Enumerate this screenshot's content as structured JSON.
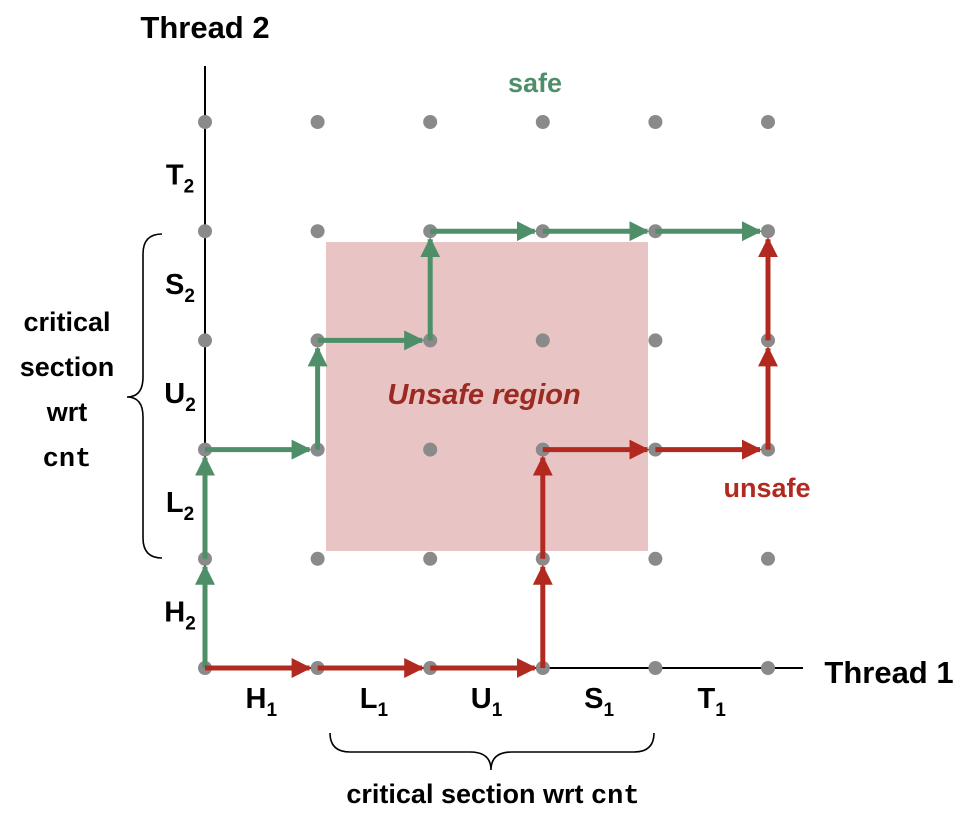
{
  "axes": {
    "y_title": "Thread 2",
    "x_title": "Thread 1"
  },
  "thread1_segments": [
    {
      "letter": "H",
      "sub": "1"
    },
    {
      "letter": "L",
      "sub": "1"
    },
    {
      "letter": "U",
      "sub": "1"
    },
    {
      "letter": "S",
      "sub": "1"
    },
    {
      "letter": "T",
      "sub": "1"
    }
  ],
  "thread2_segments": [
    {
      "letter": "H",
      "sub": "2"
    },
    {
      "letter": "L",
      "sub": "2"
    },
    {
      "letter": "U",
      "sub": "2"
    },
    {
      "letter": "S",
      "sub": "2"
    },
    {
      "letter": "T",
      "sub": "2"
    }
  ],
  "critical_x": {
    "text": "critical section wrt ",
    "code": "cnt"
  },
  "critical_y": {
    "line1": "critical",
    "line2": "section",
    "line3": "wrt",
    "code": "cnt"
  },
  "unsafe_region": {
    "label": "Unsafe region",
    "color": "#e8c4c4"
  },
  "trajectories": {
    "safe": {
      "label": "safe",
      "color": "#4e8f6a",
      "path": [
        [
          0,
          0
        ],
        [
          0,
          1
        ],
        [
          0,
          2
        ],
        [
          1,
          2
        ],
        [
          1,
          3
        ],
        [
          2,
          3
        ],
        [
          2,
          4
        ],
        [
          3,
          4
        ],
        [
          4,
          4
        ],
        [
          5,
          4
        ]
      ]
    },
    "unsafe": {
      "label": "unsafe",
      "color": "#b22a1f",
      "path": [
        [
          0,
          0
        ],
        [
          1,
          0
        ],
        [
          2,
          0
        ],
        [
          3,
          0
        ],
        [
          3,
          1
        ],
        [
          3,
          2
        ],
        [
          4,
          2
        ],
        [
          5,
          2
        ],
        [
          5,
          3
        ],
        [
          5,
          4
        ]
      ]
    }
  },
  "colors": {
    "grid_dot": "#8a8a8a",
    "axis": "#000000"
  }
}
